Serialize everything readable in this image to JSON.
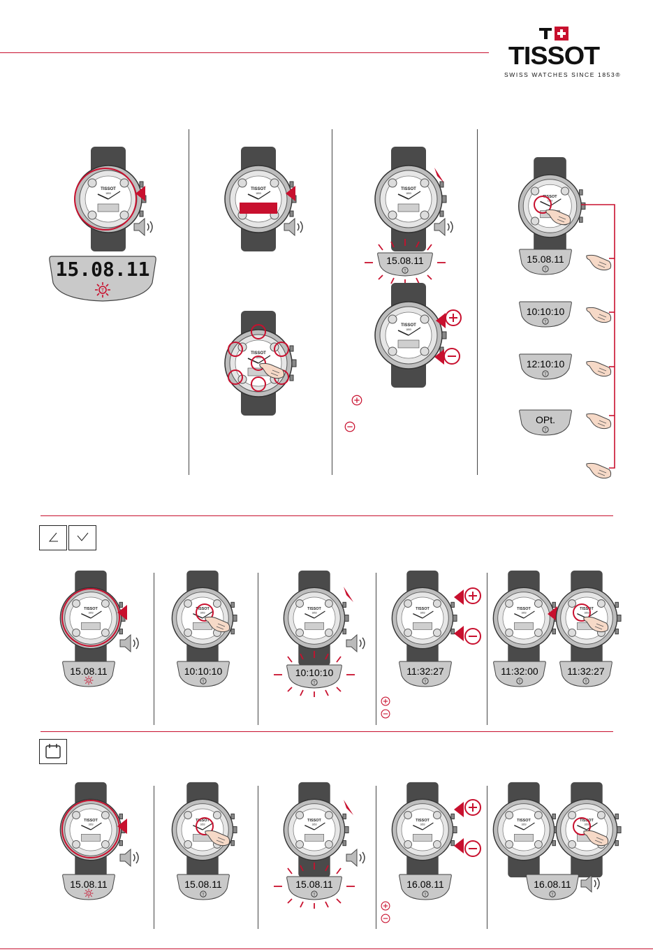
{
  "brand": {
    "name": "TISSOT",
    "tagline": "SWISS WATCHES SINCE 1853®"
  },
  "colors": {
    "accent": "#c8102e",
    "ink": "#222222",
    "lcd": "#c9c9c9",
    "strap": "#4a4a4a"
  },
  "top_panels": {
    "p1_lcd": "15.08.11",
    "p3_lcd": "15.08.11",
    "p4_lcds": [
      "15.08.11",
      "10:10:10",
      "12:10:10",
      "OPt."
    ]
  },
  "watch_face": {
    "brand": "TISSOT",
    "year": "1853"
  },
  "section_time": {
    "lcds": [
      "15.08.11",
      "10:10:10",
      "10:10:10",
      "11:32:27",
      "11:32:00",
      "11:32:27"
    ]
  },
  "section_date": {
    "lcds": [
      "15.08.11",
      "15.08.11",
      "15.08.11",
      "16.08.11",
      "16.08.11"
    ]
  },
  "icons": [
    "plus-circle-icon",
    "minus-circle-icon",
    "speaker-icon",
    "hand-pointer-icon",
    "calendar-icon",
    "clock-angle-icon",
    "checkmark-icon",
    "backlight-sun-icon",
    "t-touch-icon"
  ]
}
